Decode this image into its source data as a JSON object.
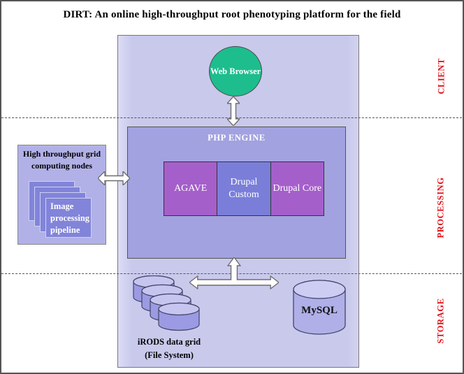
{
  "title": "DIRT: An online high-throughput root phenotyping platform for the field",
  "zones": {
    "client_label": "CLIENT",
    "processing_label": "PROCESSING",
    "storage_label": "STORAGE"
  },
  "client": {
    "web_browser_label": "Web Browser"
  },
  "processing": {
    "php_engine_label": "PHP ENGINE",
    "modules": [
      {
        "label": "AGAVE"
      },
      {
        "label": "Drupal Custom"
      },
      {
        "label": "Drupal Core"
      }
    ],
    "grid_nodes": {
      "title": "High throughput grid computing nodes",
      "card_label": "Image processing pipeline"
    }
  },
  "storage": {
    "irods_label": "iRODS data grid",
    "irods_sublabel": "(File System)",
    "mysql_label": "MySQL"
  },
  "colors": {
    "central-fill": "#c9c9ec",
    "central-edge": "#dcdcf5",
    "php-fill": "#a2a2e0",
    "module-purple": "#a55fca",
    "module-blue": "#7a7ed9",
    "grid-fill": "#b1b1e8",
    "card-fill": "#8184d9",
    "green": "#1ebd8d",
    "cyl-body": "#b0afe8",
    "cyl-top": "#cdccf2",
    "disk-body": "#9b9ae2",
    "disk-top": "#c6c5ef",
    "label-red": "#e11218",
    "arrow-outline": "#6e6e6e"
  }
}
